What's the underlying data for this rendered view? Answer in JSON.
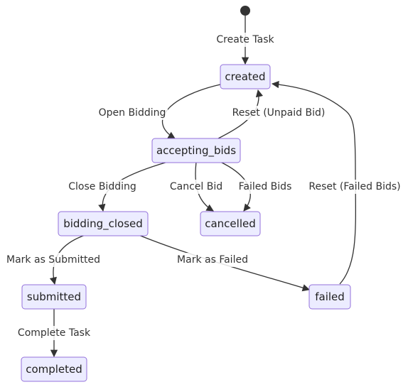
{
  "diagram": {
    "type": "state-diagram",
    "states": [
      {
        "id": "created",
        "label": "created"
      },
      {
        "id": "accepting_bids",
        "label": "accepting_bids"
      },
      {
        "id": "bidding_closed",
        "label": "bidding_closed"
      },
      {
        "id": "cancelled",
        "label": "cancelled"
      },
      {
        "id": "submitted",
        "label": "submitted"
      },
      {
        "id": "failed",
        "label": "failed"
      },
      {
        "id": "completed",
        "label": "completed"
      }
    ],
    "transitions": [
      {
        "id": "create-task",
        "from": "start",
        "to": "created",
        "label": "Create Task"
      },
      {
        "id": "open-bidding",
        "from": "created",
        "to": "accepting_bids",
        "label": "Open Bidding"
      },
      {
        "id": "reset-unpaid",
        "from": "accepting_bids",
        "to": "created",
        "label": "Reset (Unpaid Bid)"
      },
      {
        "id": "reset-failed",
        "from": "failed",
        "to": "created",
        "label": "Reset (Failed Bids)"
      },
      {
        "id": "close-bidding",
        "from": "accepting_bids",
        "to": "bidding_closed",
        "label": "Close Bidding"
      },
      {
        "id": "cancel-bid",
        "from": "accepting_bids",
        "to": "cancelled",
        "label": "Cancel Bid"
      },
      {
        "id": "failed-bids",
        "from": "accepting_bids",
        "to": "cancelled",
        "label": "Failed Bids"
      },
      {
        "id": "mark-submitted",
        "from": "bidding_closed",
        "to": "submitted",
        "label": "Mark as Submitted"
      },
      {
        "id": "mark-failed",
        "from": "bidding_closed",
        "to": "failed",
        "label": "Mark as Failed"
      },
      {
        "id": "complete-task",
        "from": "submitted",
        "to": "completed",
        "label": "Complete Task"
      }
    ]
  }
}
